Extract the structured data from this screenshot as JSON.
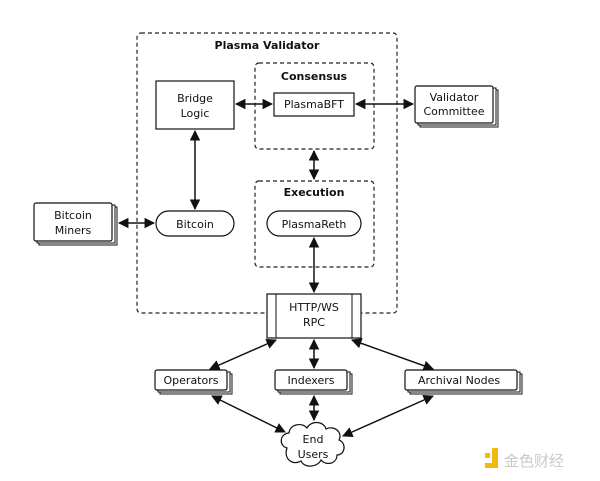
{
  "diagram": {
    "title": "Plasma Validator",
    "groups": {
      "consensus": "Consensus",
      "execution": "Execution"
    },
    "nodes": {
      "bridge_logic": [
        "Bridge",
        "Logic"
      ],
      "plasma_bft": "PlasmaBFT",
      "validator_committee": [
        "Validator",
        "Committee"
      ],
      "bitcoin_miners": [
        "Bitcoin",
        "Miners"
      ],
      "bitcoin": "Bitcoin",
      "plasma_reth": "PlasmaReth",
      "rpc": [
        "HTTP/WS",
        "RPC"
      ],
      "operators": "Operators",
      "indexers": "Indexers",
      "archival_nodes": "Archival Nodes",
      "end_users": [
        "End",
        "Users"
      ]
    },
    "edges": [
      {
        "from": "Bridge Logic",
        "to": "PlasmaBFT",
        "direction": "both"
      },
      {
        "from": "PlasmaBFT",
        "to": "Validator Committee",
        "direction": "both"
      },
      {
        "from": "Bridge Logic",
        "to": "Bitcoin",
        "direction": "both"
      },
      {
        "from": "Bitcoin Miners",
        "to": "Bitcoin",
        "direction": "both"
      },
      {
        "from": "Consensus",
        "to": "Execution",
        "direction": "both"
      },
      {
        "from": "PlasmaReth",
        "to": "HTTP/WS RPC",
        "direction": "both"
      },
      {
        "from": "HTTP/WS RPC",
        "to": "Operators",
        "direction": "both"
      },
      {
        "from": "HTTP/WS RPC",
        "to": "Indexers",
        "direction": "both"
      },
      {
        "from": "HTTP/WS RPC",
        "to": "Archival Nodes",
        "direction": "both"
      },
      {
        "from": "Operators",
        "to": "End Users",
        "direction": "both"
      },
      {
        "from": "Indexers",
        "to": "End Users",
        "direction": "both"
      },
      {
        "from": "Archival Nodes",
        "to": "End Users",
        "direction": "both"
      }
    ]
  },
  "watermark": {
    "text": "金色财经",
    "accent": "#f0b90b"
  }
}
